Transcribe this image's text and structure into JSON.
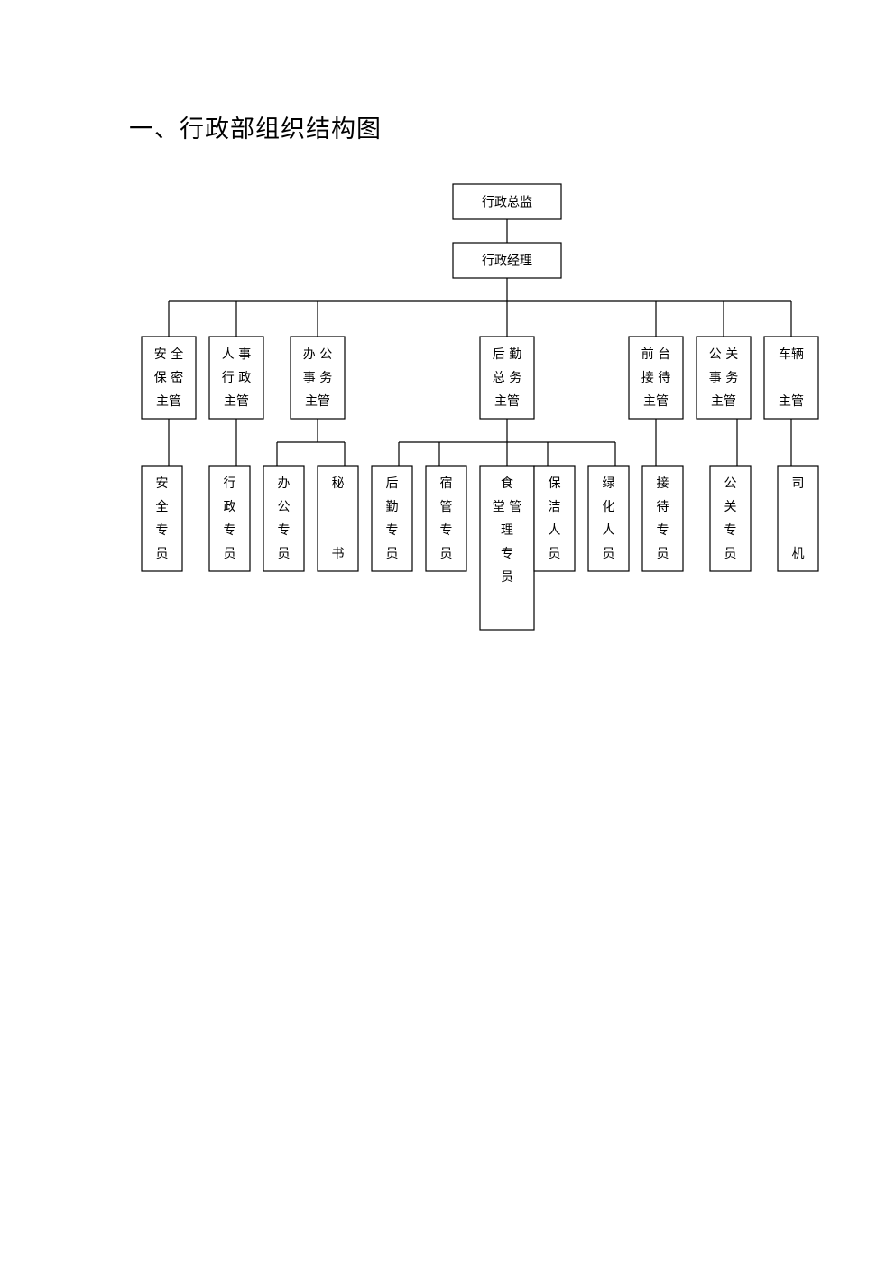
{
  "title": "一、行政部组织结构图",
  "nodes": {
    "director": [
      "行政总监"
    ],
    "manager": [
      "行政经理"
    ],
    "security_supervisor": [
      "安 全",
      "保 密",
      "主管"
    ],
    "hr_supervisor": [
      "人 事",
      "行 政",
      "主管"
    ],
    "office_supervisor": [
      "办 公",
      "事 务",
      "主管"
    ],
    "logistics_supervisor": [
      "后 勤",
      "总 务",
      "主管"
    ],
    "reception_supervisor": [
      "前 台",
      "接 待",
      "主管"
    ],
    "pr_supervisor": [
      "公 关",
      "事 务",
      "主管"
    ],
    "vehicle_supervisor": [
      "车辆",
      "",
      "主管"
    ],
    "security_specialist": [
      "安",
      "全",
      "专",
      "员"
    ],
    "admin_specialist": [
      "行",
      "政",
      "专",
      "员"
    ],
    "office_specialist": [
      "办",
      "公",
      "专",
      "员"
    ],
    "secretary": [
      "秘",
      "",
      "",
      "书"
    ],
    "logistics_specialist": [
      "后",
      "勤",
      "专",
      "员"
    ],
    "dormitory_specialist": [
      "宿",
      "管",
      "专",
      "员"
    ],
    "canteen_specialist": [
      "食",
      "堂 管",
      "理",
      "专",
      "员"
    ],
    "cleaning_staff": [
      "保",
      "洁",
      "人",
      "员"
    ],
    "greening_staff": [
      "绿",
      "化",
      "人",
      "员"
    ],
    "reception_specialist": [
      "接",
      "待",
      "专",
      "员"
    ],
    "pr_specialist": [
      "公",
      "关",
      "专",
      "员"
    ],
    "driver": [
      "司",
      "",
      "",
      "机"
    ]
  }
}
